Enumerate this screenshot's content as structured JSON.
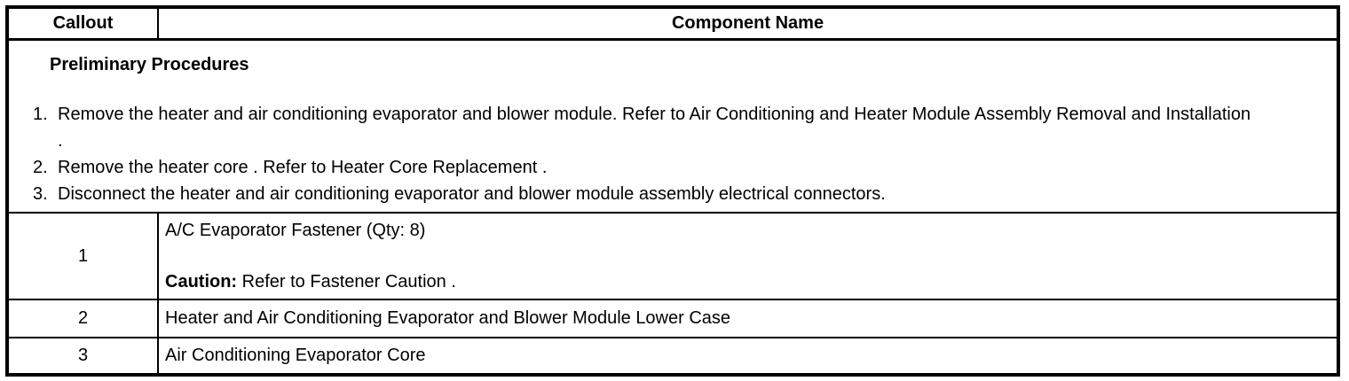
{
  "table": {
    "header": {
      "callout": "Callout",
      "component_name": "Component Name"
    }
  },
  "preliminary": {
    "title": "Preliminary Procedures",
    "steps": [
      {
        "number": "1.",
        "text": "Remove the heater and air conditioning evaporator and blower module. Refer to Air Conditioning and Heater Module Assembly Removal and Installation ."
      },
      {
        "number": "2.",
        "text": "Remove the heater core . Refer to Heater Core Replacement ."
      },
      {
        "number": "3.",
        "text": "Disconnect the heater and air conditioning evaporator and blower module assembly electrical connectors."
      }
    ]
  },
  "rows": [
    {
      "callout": "1",
      "component": "A/C Evaporator Fastener (Qty: 8)",
      "caution_label": "Caution:",
      "caution_text": " Refer to Fastener Caution ."
    },
    {
      "callout": "2",
      "component": "Heater and Air Conditioning Evaporator and Blower Module Lower Case"
    },
    {
      "callout": "3",
      "component": "Air Conditioning Evaporator Core"
    }
  ],
  "colors": {
    "border": "#000000",
    "background": "#ffffff",
    "text": "#000000"
  }
}
